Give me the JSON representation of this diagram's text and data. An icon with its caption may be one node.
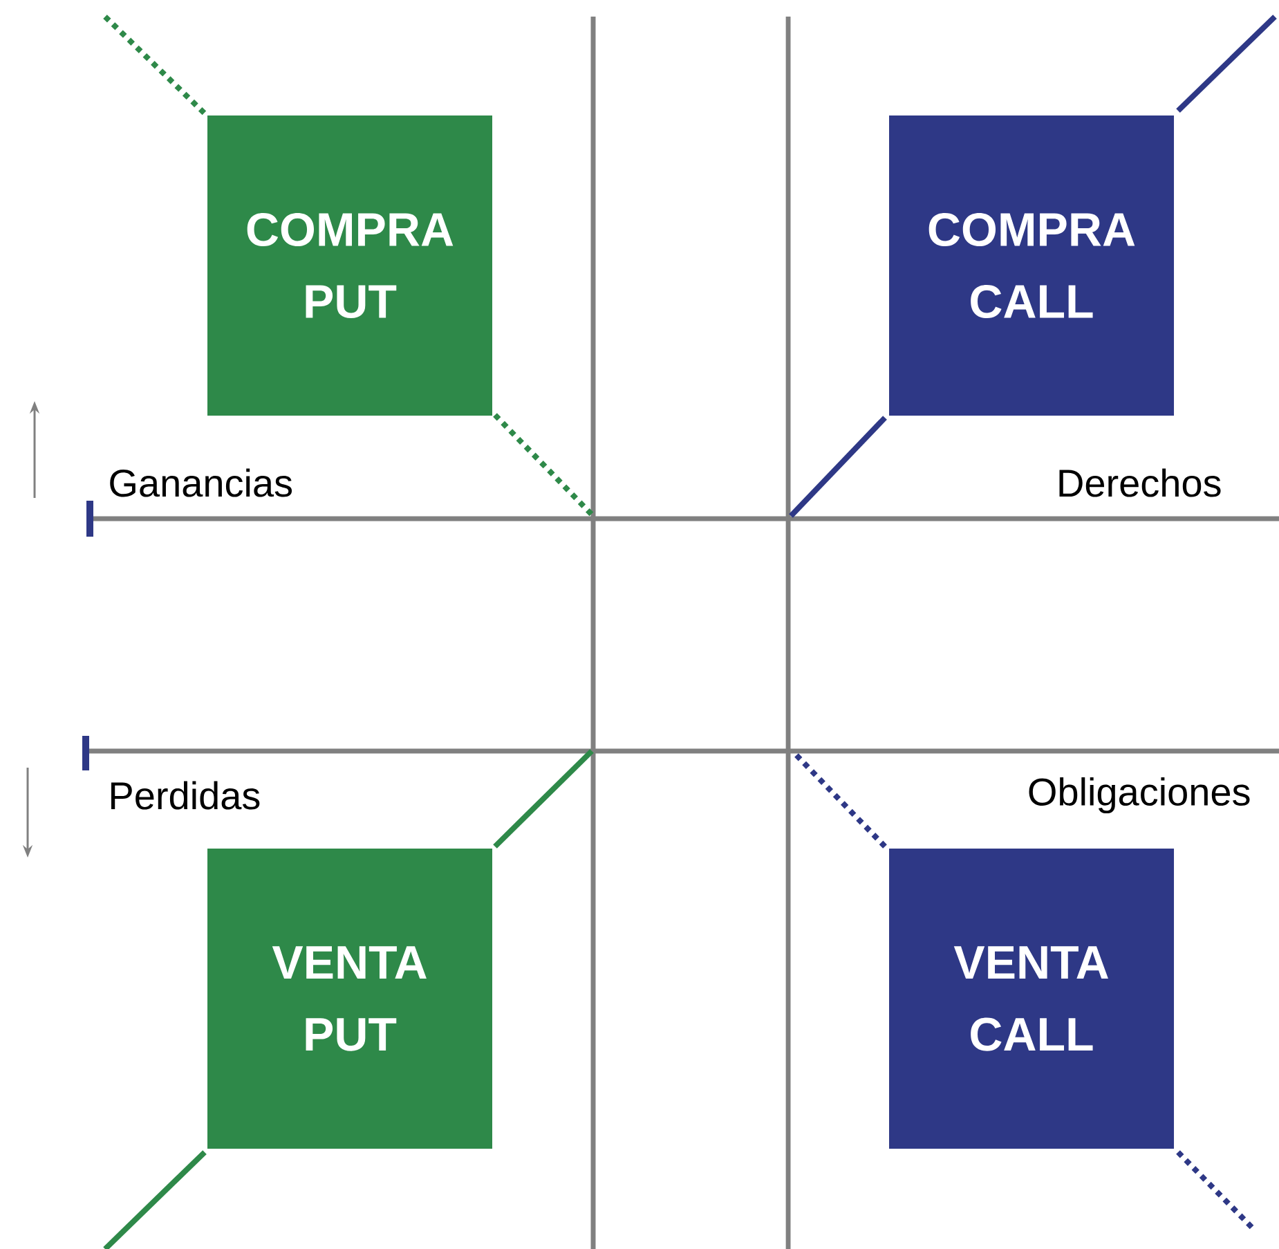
{
  "diagram": {
    "nodes": [
      {
        "text": [
          "COMPRA PUT"
        ]
      },
      {
        "text": [
          "COMPRA CALL"
        ]
      },
      {
        "text": [
          "VENTA PUT"
        ]
      },
      {
        "text": [
          "VENTA CALL"
        ]
      }
    ],
    "labels": [
      "Ganancias",
      "Derechos",
      "Perdidas",
      "Obligaciones"
    ]
  }
}
